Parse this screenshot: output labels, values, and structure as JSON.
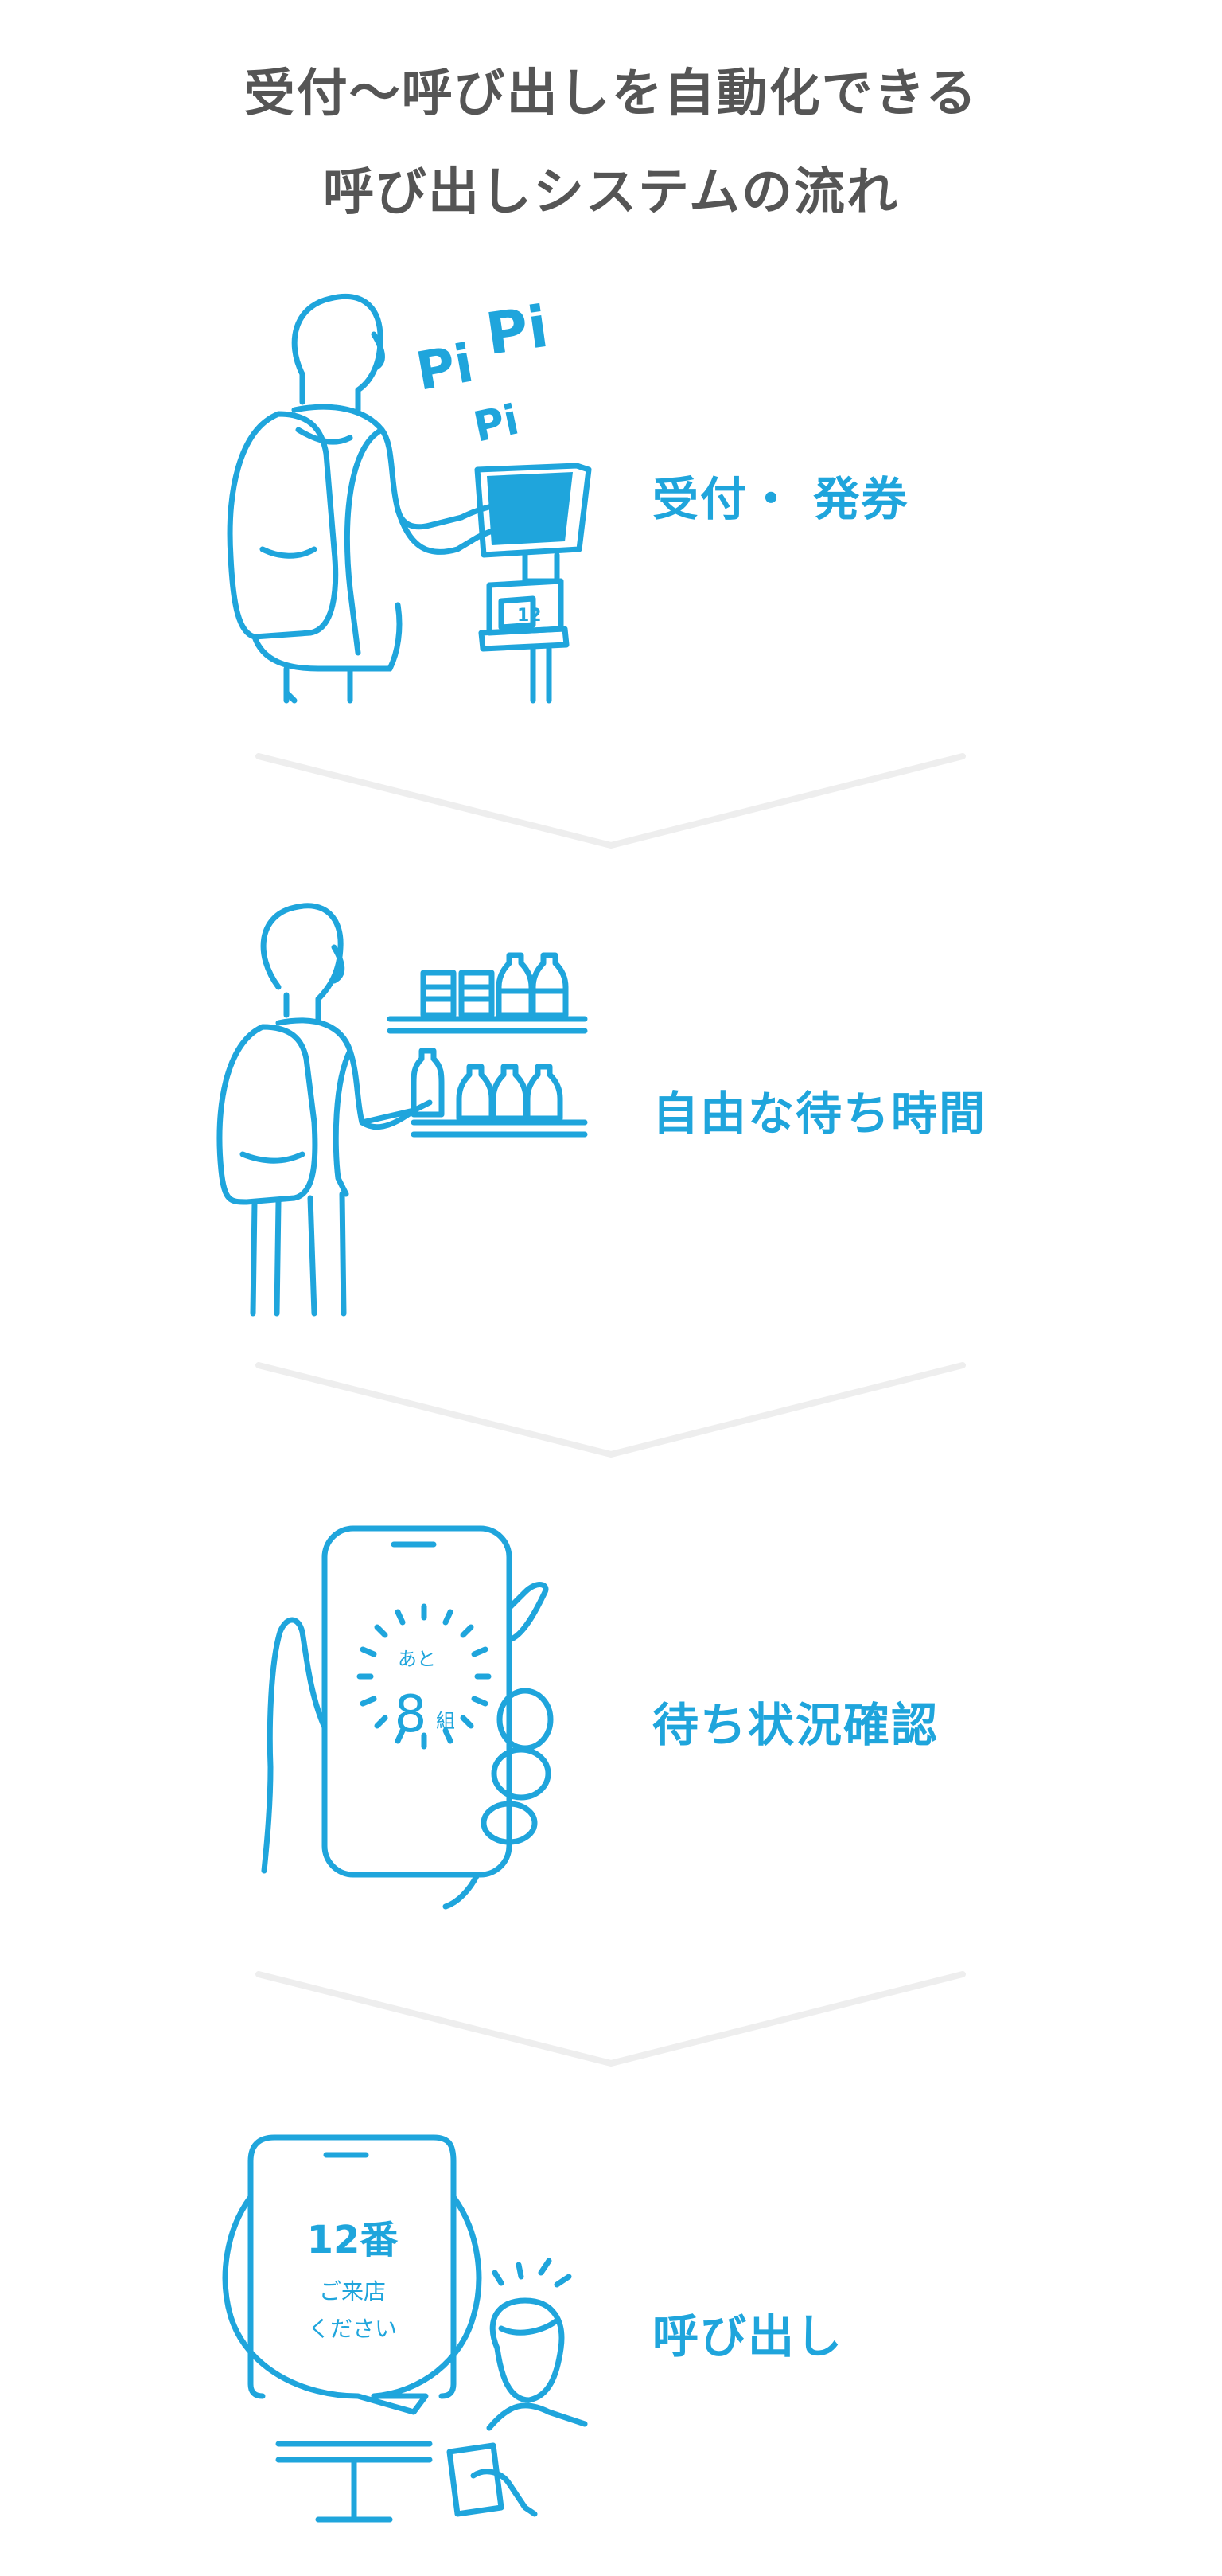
{
  "title": {
    "line1": "受付〜呼び出しを自動化できる",
    "line2": "呼び出しシステムの流れ"
  },
  "steps": [
    {
      "label": "受付・ 発券",
      "pi1": "Pi",
      "pi2": "Pi",
      "pi3": "Pi",
      "ticket": "12"
    },
    {
      "label": "自由な待ち時間"
    },
    {
      "label": "待ち状況確認",
      "remaining_prefix": "あと",
      "remaining_count": "8",
      "remaining_unit": "組"
    },
    {
      "label": "呼び出し",
      "number": "12番",
      "message_line1": "ご来店",
      "message_line2": "ください"
    }
  ],
  "colors": {
    "accent": "#1fa5dc",
    "title": "#555555",
    "chevron": "#eeeeee"
  }
}
